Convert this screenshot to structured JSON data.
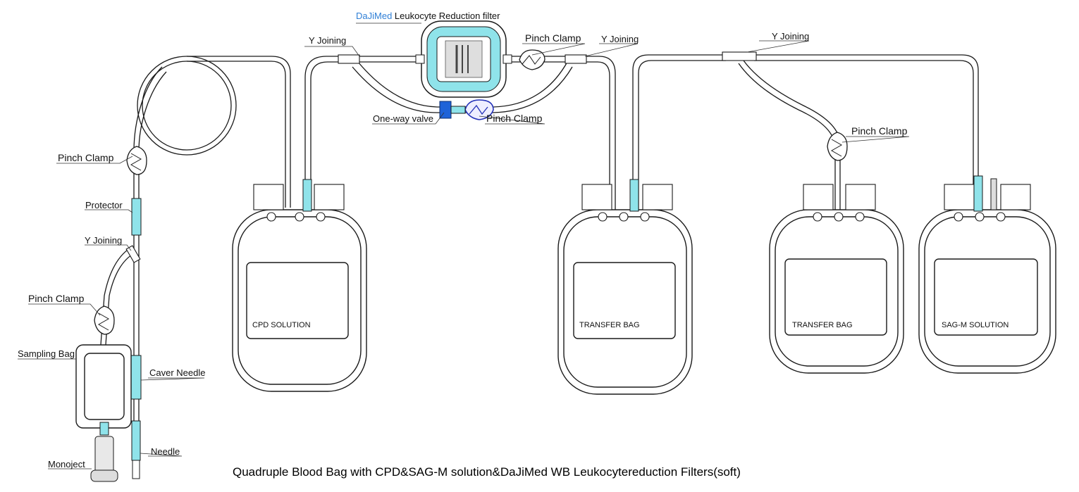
{
  "title": "Quadruple Blood Bag with CPD&SAG-M solution&DaJiMed WB Leukocytereduction Filters(soft)",
  "filter": {
    "brand": "DaJiMed",
    "text": " Leukocyte Reduction filter"
  },
  "labels": {
    "pinch_clamp": "Pinch Clamp",
    "y_joining": "Y Joining",
    "protector": "Protector",
    "sampling_bag": "Sampling Bag",
    "caver_needle": "Caver Needle",
    "needle": "Needle",
    "monoject": "Monoject",
    "one_way_valve": "One-way valve"
  },
  "bags": [
    {
      "label": "CPD SOLUTION"
    },
    {
      "label": "TRANSFER BAG"
    },
    {
      "label": "TRANSFER BAG"
    },
    {
      "label": "SAG-M SOLUTION"
    }
  ],
  "colors": {
    "accent": "#8fe3ea",
    "brand": "#2f7fd6",
    "valve": "#1f63d8",
    "clamp_blue": "#2432b8"
  }
}
